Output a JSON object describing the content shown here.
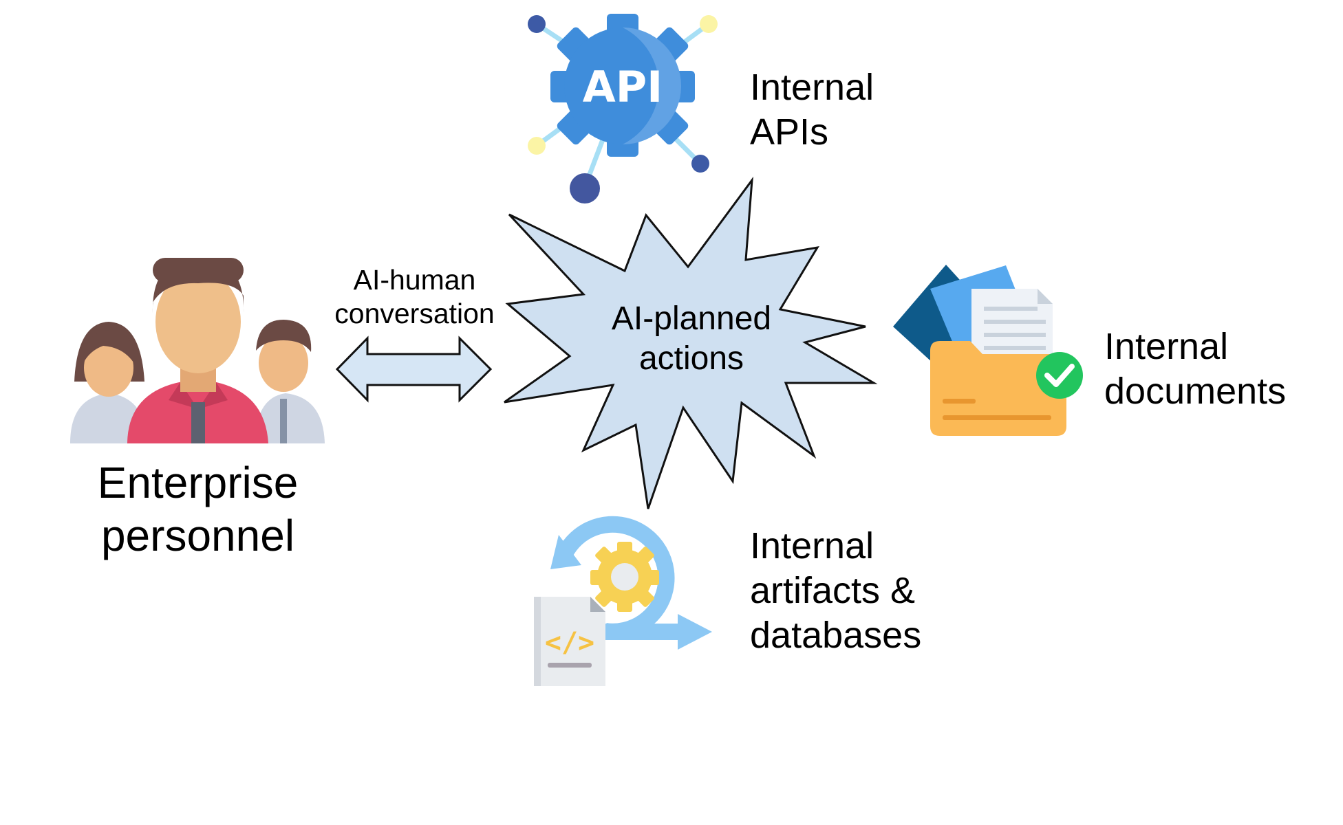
{
  "nodes": {
    "personnel": {
      "lines": [
        "Enterprise",
        "personnel"
      ],
      "icon": "people-group-icon"
    },
    "conversation": {
      "lines": [
        "AI-human",
        "conversation"
      ],
      "icon": "double-arrow-icon"
    },
    "actions": {
      "lines": [
        "AI-planned",
        "actions"
      ],
      "icon": "starburst-icon"
    },
    "apis": {
      "lines": [
        "Internal",
        "APIs"
      ],
      "icon": "api-gear-icon",
      "badge": "API"
    },
    "documents": {
      "lines": [
        "Internal",
        "documents"
      ],
      "icon": "folder-documents-icon"
    },
    "artifacts": {
      "lines": [
        "Internal",
        "artifacts &",
        "databases"
      ],
      "icon": "code-file-cycle-icon",
      "badge": "</>"
    }
  },
  "colors": {
    "starburst_fill": "#cfe0f1",
    "arrow_fill": "#d6e6f5",
    "api_blue": "#3f8ddb",
    "folder_orange": "#fbb955",
    "check_green": "#22c55e",
    "cycle_blue": "#8cc8f4",
    "gear_yellow": "#f7d154"
  }
}
